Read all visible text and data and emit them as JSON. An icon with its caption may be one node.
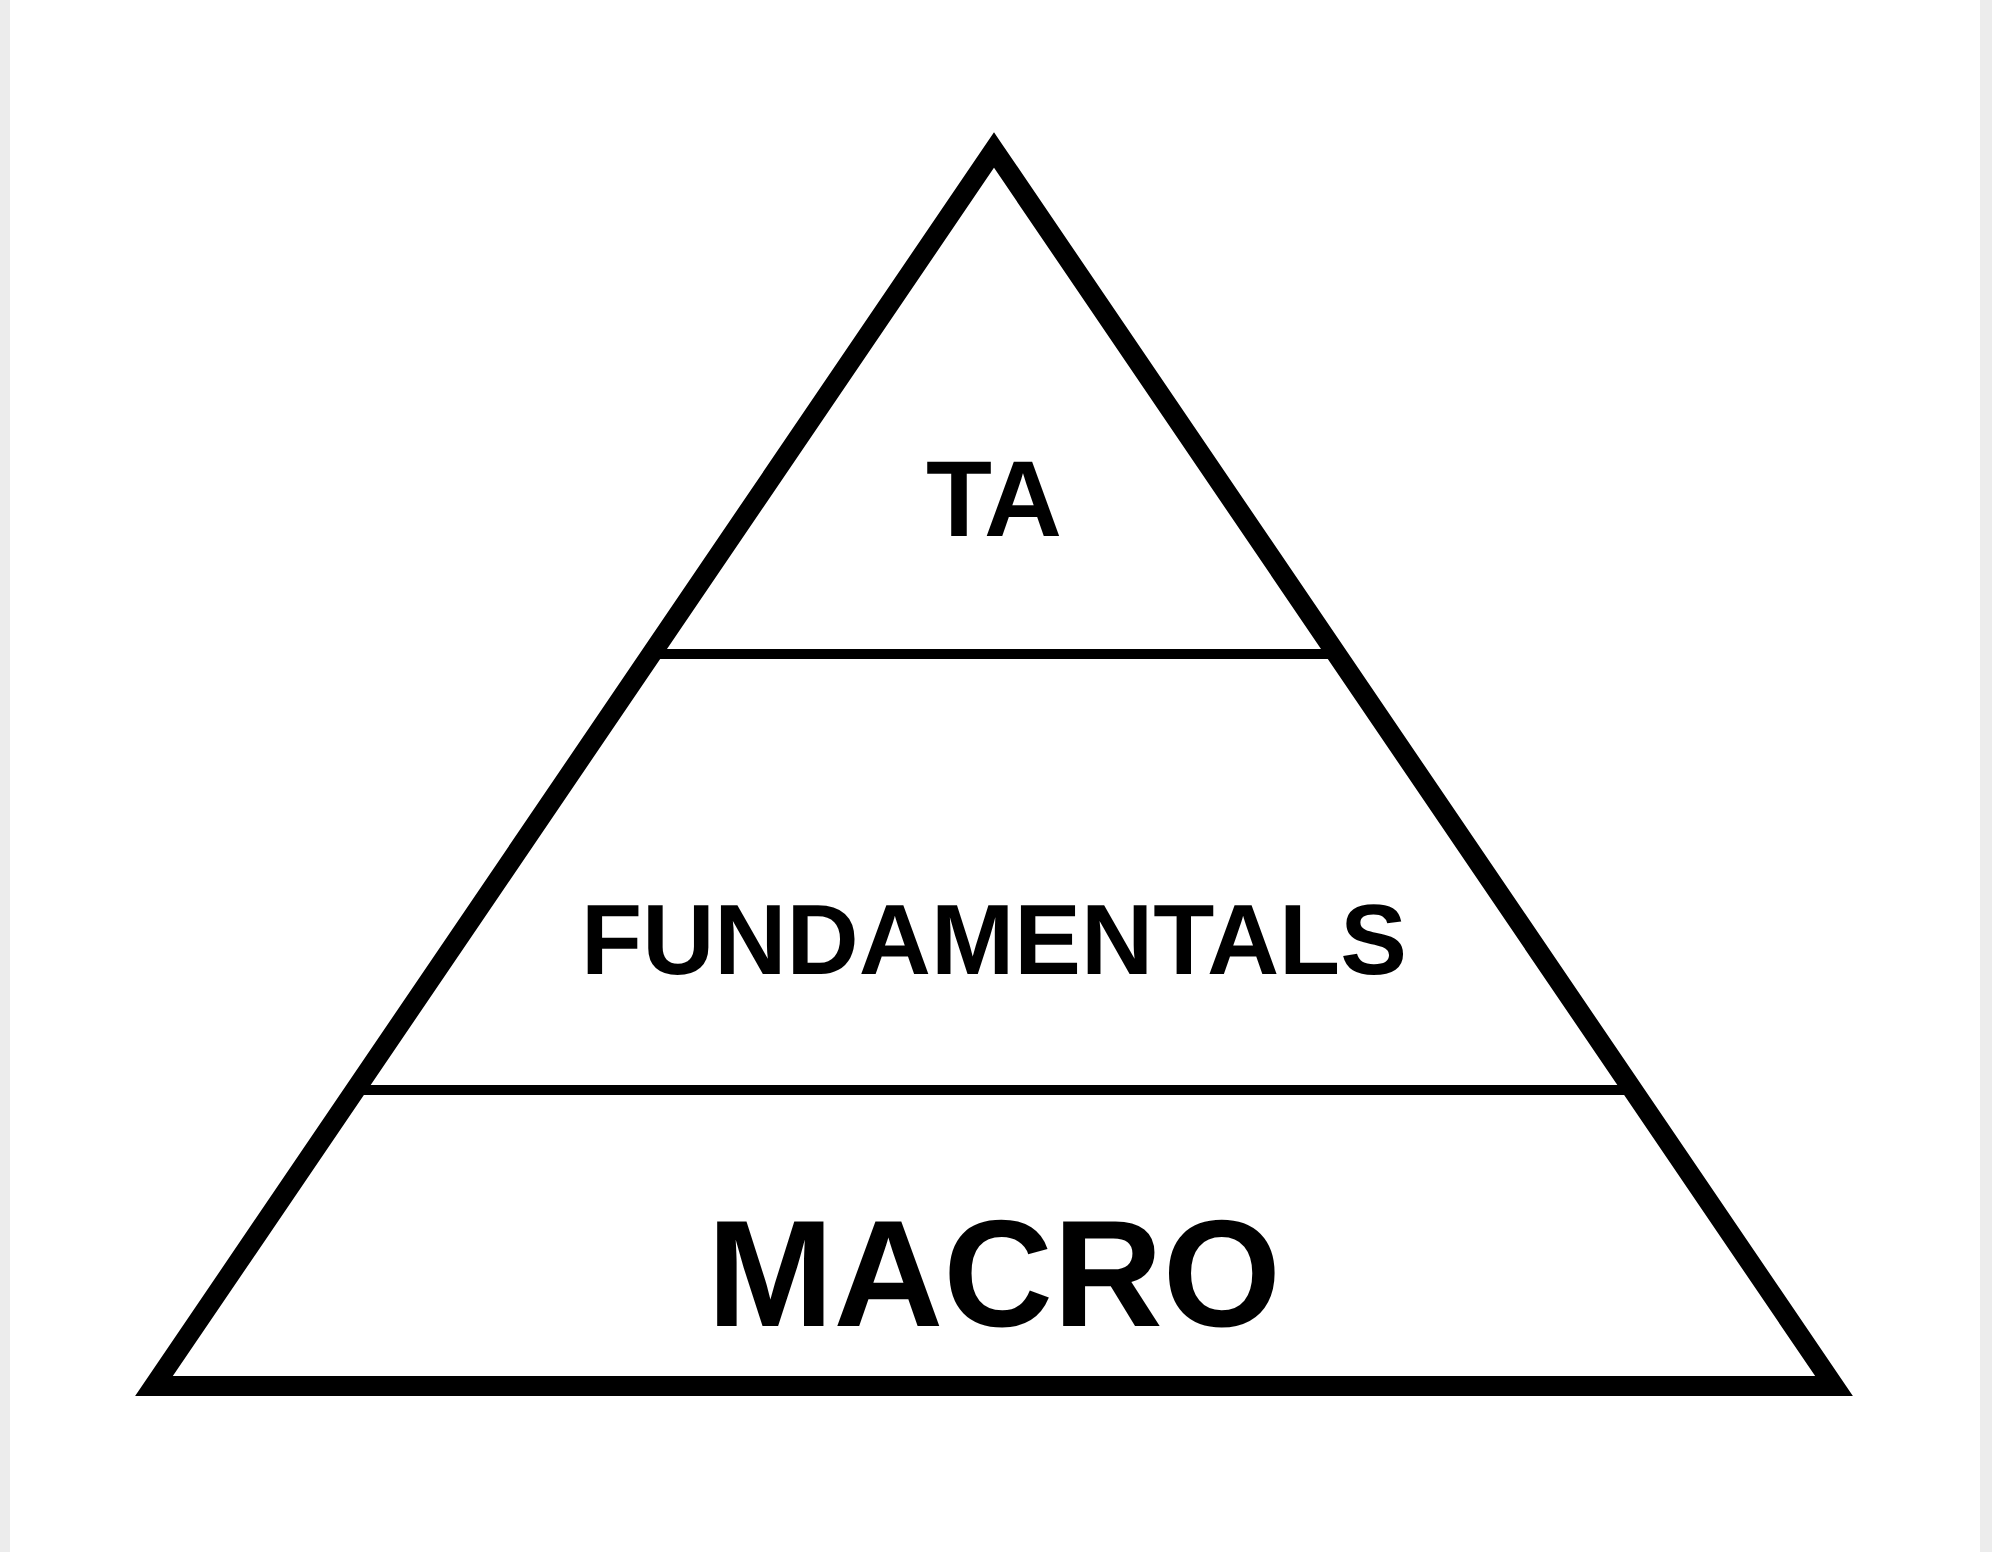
{
  "diagram": {
    "nodes": [
      {
        "text": [
          "TA"
        ]
      },
      {
        "text": [
          "FUNDAMENTALS"
        ]
      },
      {
        "text": [
          "MACRO"
        ]
      }
    ]
  }
}
